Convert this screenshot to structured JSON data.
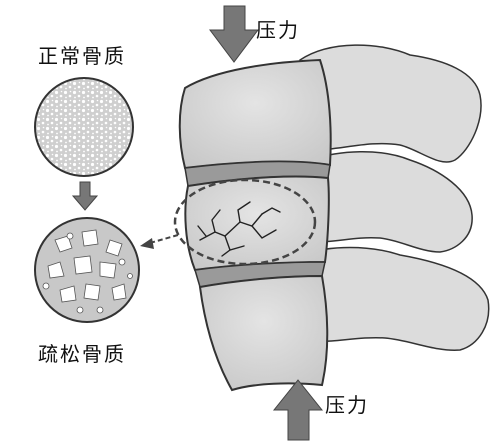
{
  "labels": {
    "normal_bone": "正常骨质",
    "osteoporotic_bone": "疏松骨质",
    "pressure_top": "压力",
    "pressure_bottom": "压力"
  },
  "colors": {
    "background": "#ffffff",
    "bone_fill": "#d9d9d9",
    "bone_shadow": "#bfbfbf",
    "outline": "#333333",
    "arrow": "#777777",
    "crack": "#222222"
  }
}
